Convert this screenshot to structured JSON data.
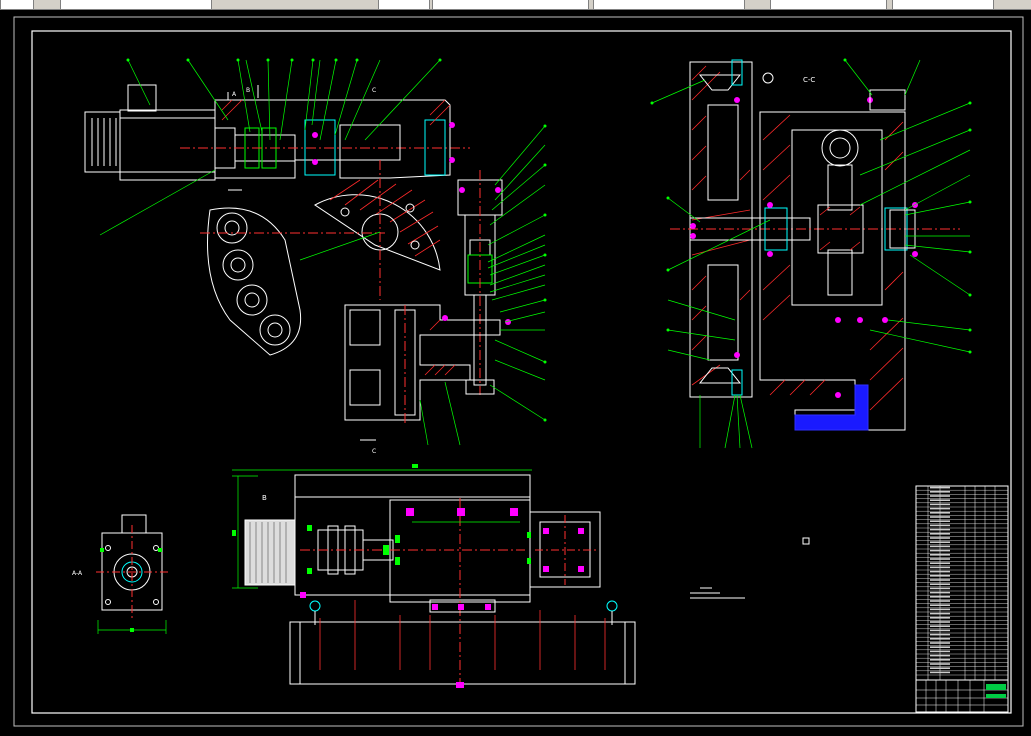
{
  "toolbar": {
    "layer_text": "",
    "style_text": ""
  },
  "labels": {
    "view_a": "A",
    "view_b": "B",
    "view_c1": "C",
    "view_c2": "C",
    "section_cc": "C-C",
    "view_aa": "A-A"
  },
  "colors": {
    "background": "#000000",
    "border": "#ffffff",
    "outline": "#ffffff",
    "leader": "#00ff00",
    "centerline": "#ff3030",
    "hatch": "#ff2a2a",
    "bolt": "#ff00ff",
    "bearing": "#00ffff",
    "dimension": "#00ff00",
    "block": "#3030ff"
  }
}
